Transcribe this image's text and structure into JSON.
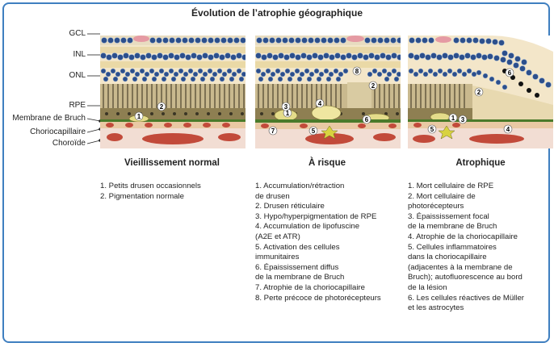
{
  "title": "Évolution de l’atrophie géographique",
  "layer_labels": [
    "GCL",
    "INL",
    "ONL",
    "RPE",
    "Membrane de Bruch",
    "Choriocapillaire",
    "Choroïde"
  ],
  "panels": [
    {
      "title": "Vieillissement normal",
      "items": [
        "1. Petits drusen occasionnels",
        "2. Pigmentation normale"
      ]
    },
    {
      "title": "À risque",
      "items": [
        "1. Accumulation/rétraction",
        "de drusen",
        "2. Drusen réticulaire",
        "3. Hypo/hyperpigmentation de RPE",
        "4. Accumulation de lipofuscine",
        "(A2E et ATR)",
        "5. Activation des cellules",
        "immunitaires",
        "6. Épaississement diffus",
        "de la membrane de Bruch",
        "7. Atrophie de la choriocapillaire",
        "8. Perte précoce de photorécepteurs"
      ]
    },
    {
      "title": "Atrophique",
      "items": [
        "1. Mort cellulaire de RPE",
        "2. Mort cellulaire de",
        "photorécepteurs",
        "3. Épaississement focal",
        "de la membrane de Bruch",
        "4. Atrophie de la choriocapillaire",
        "5. Cellules inflammatoires",
        "dans la choriocapillaire",
        "(adjacentes à la membrane de",
        "Bruch); autofluorescence au bord",
        "de la lésion",
        "6. Les cellules réactives de Müller",
        "et les astrocytes"
      ]
    }
  ],
  "markers": {
    "p1": [
      "1",
      "2"
    ],
    "p2": [
      "1",
      "2",
      "3",
      "4",
      "5",
      "6",
      "7",
      "8"
    ],
    "p3": [
      "1",
      "2",
      "3",
      "4",
      "5",
      "6"
    ]
  },
  "colors": {
    "frame": "#3f7fc0",
    "nuclei": "#2c4f8c",
    "rpe": "#9a8a5a",
    "choroid": "#c24a3a",
    "bruch": "#4a7a2a"
  }
}
